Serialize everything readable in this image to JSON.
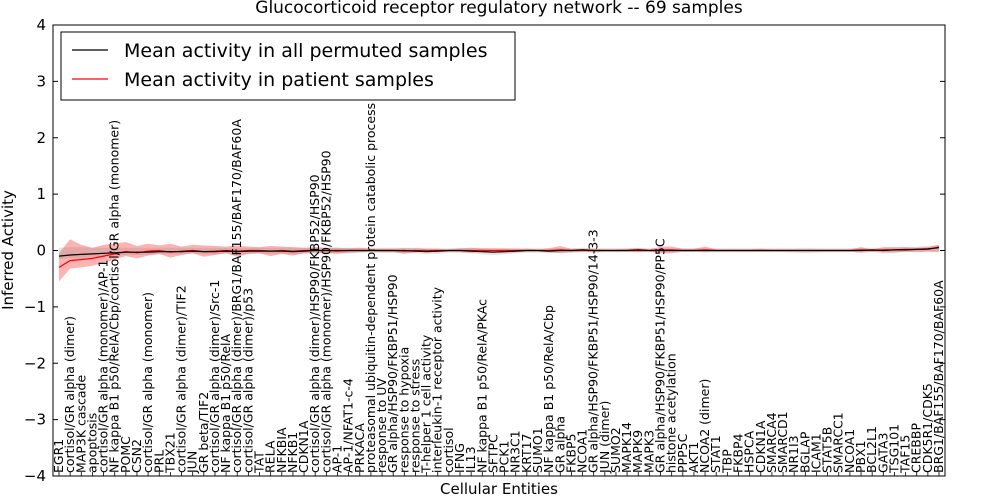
{
  "chart_data": {
    "type": "line",
    "title": "Glucocorticoid receptor regulatory network -- 69 samples",
    "xlabel": "Cellular Entities",
    "ylabel": "Inferred Activity",
    "ylim": [
      -4,
      4
    ],
    "yticks": [
      -4,
      -3,
      -2,
      -1,
      0,
      1,
      2,
      3,
      4
    ],
    "grid": false,
    "legend_position": "top-left",
    "colors": {
      "permuted": "#000000",
      "patient": "#ff0000",
      "patient_band": "#ff0000",
      "permuted_band": "#808080"
    },
    "categories": [
      "EGR1",
      "cortisol/GR alpha (dimer)",
      "MAP3K cascade",
      "apoptosis",
      "cortisol/GR alpha (monomer)/AP-1",
      "NF kappa B1 p50/RelA/Cbp/cortisol/GR alpha (monomer)",
      "POMC",
      "CSN2",
      "cortisol/GR alpha (monomer)",
      "PRL",
      "TBX21",
      "cortisol/GR alpha (dimer)/TIF2",
      "JUN",
      "GR beta/TIF2",
      "cortisol/GR alpha (dimer)/Src-1",
      "NF kappa B1 p50/RelA",
      "cortisol/GR alpha (dimer)/BRG1/BAF155/BAF170/BAF60A",
      "cortisol/GR alpha (dimer)/p53",
      "TAT",
      "RELA",
      "NFKBIA",
      "NFKB1",
      "CDKN1A",
      "cortisol/GR alpha (dimer)/HSP90/FKBP52/HSP90",
      "cortisol/GR alpha (monomer)/HSP90/FKBP52/HSP90",
      "AP-1",
      "AP-1/NFAT1-c-4",
      "PRKACA",
      "proteasomal ubiquitin-dependent protein catabolic process",
      "response to UV",
      "GR alpha/HSP90/FKBP51/HSP90",
      "response to hypoxia",
      "response to stress",
      "T-helper 1 cell activity",
      "interleukin-1 receptor activity",
      "cortisol",
      "IFNG",
      "IL13",
      "NF kappa B1 p50/RelA/PKAc",
      "SFTPC",
      "PCK1",
      "NR3C1",
      "KRT17",
      "SUMO1",
      "NF kappa B1 p50/RelA/Cbp",
      "GR alpha",
      "FKBP5",
      "NCOA1",
      "GR alpha/HSP90/FKBP51/HSP90/14-3-3",
      "JUN (dimer)",
      "SUMO2",
      "MAPK14",
      "MAPK9",
      "MAPK3",
      "GR alpha/HSP90/FKBP51/HSP90/PP5C",
      "histone acetylation",
      "PPP5C",
      "AKT1",
      "NCOA2 (dimer)",
      "STAT1",
      "TBP",
      "FKBP4",
      "HSPCA",
      "CDKN1A",
      "SMARCA4",
      "SMARCD1",
      "NR1I3",
      "BGLAP",
      "ICAM1",
      "STAT5B",
      "SMARCC1",
      "NCOA1",
      "PBX1",
      "BCL2L1",
      "GATA3",
      "TSG101",
      "TAF15",
      "CREBBP",
      "CDK5R1/CDK5",
      "BRG1/BAF155/BAF170/BAF60A"
    ],
    "series": [
      {
        "name": "Mean activity in all permuted samples",
        "values": [
          -0.1,
          -0.08,
          -0.07,
          -0.06,
          -0.05,
          -0.04,
          -0.03,
          -0.03,
          -0.03,
          -0.02,
          -0.02,
          -0.02,
          -0.01,
          -0.02,
          -0.02,
          -0.01,
          -0.02,
          -0.01,
          -0.01,
          -0.01,
          -0.01,
          -0.02,
          -0.01,
          0.0,
          0.0,
          0.0,
          0.0,
          0.0,
          0.0,
          0.0,
          0.0,
          0.0,
          -0.01,
          -0.02,
          -0.01,
          0.0,
          0.0,
          -0.01,
          -0.02,
          -0.03,
          -0.02,
          -0.01,
          0.0,
          0.0,
          -0.01,
          0.0,
          0.0,
          0.01,
          0.0,
          0.0,
          0.0,
          0.0,
          0.01,
          0.0,
          0.0,
          0.0,
          0.0,
          0.0,
          0.0,
          0.0,
          0.0,
          0.0,
          0.0,
          0.0,
          0.0,
          0.0,
          0.0,
          0.0,
          0.0,
          0.0,
          0.0,
          0.0,
          0.0,
          0.01,
          0.0,
          0.01,
          0.01,
          0.02,
          0.03,
          0.05
        ]
      },
      {
        "name": "Mean activity in patient samples",
        "values": [
          -0.3,
          -0.18,
          -0.16,
          -0.14,
          -0.1,
          -0.06,
          -0.02,
          -0.04,
          -0.01,
          0.0,
          -0.03,
          -0.01,
          0.0,
          -0.02,
          -0.01,
          0.0,
          -0.01,
          0.0,
          0.0,
          -0.01,
          0.0,
          -0.01,
          0.0,
          0.0,
          0.0,
          -0.01,
          0.0,
          0.0,
          0.0,
          0.0,
          0.0,
          -0.01,
          0.0,
          0.0,
          0.0,
          0.0,
          0.0,
          0.0,
          0.0,
          0.0,
          0.0,
          0.0,
          0.0,
          0.0,
          0.0,
          0.01,
          0.0,
          0.0,
          0.0,
          0.0,
          0.0,
          0.0,
          0.0,
          0.0,
          0.01,
          0.01,
          0.0,
          0.0,
          0.01,
          0.0,
          0.0,
          0.0,
          0.0,
          0.0,
          0.0,
          0.0,
          0.0,
          0.0,
          0.0,
          0.0,
          0.0,
          0.0,
          0.01,
          0.0,
          0.01,
          0.01,
          0.02,
          0.02,
          0.02,
          0.06
        ]
      }
    ],
    "bands": [
      {
        "series": "Mean activity in patient samples",
        "lower": [
          -0.55,
          -0.32,
          -0.3,
          -0.27,
          -0.22,
          -0.16,
          -0.1,
          -0.14,
          -0.09,
          -0.06,
          -0.13,
          -0.08,
          -0.05,
          -0.11,
          -0.08,
          -0.05,
          -0.11,
          -0.06,
          -0.05,
          -0.1,
          -0.06,
          -0.09,
          -0.05,
          -0.04,
          -0.05,
          -0.06,
          -0.04,
          -0.03,
          -0.02,
          -0.03,
          -0.03,
          -0.06,
          -0.03,
          -0.02,
          -0.03,
          -0.02,
          -0.03,
          -0.04,
          -0.03,
          -0.03,
          -0.04,
          -0.03,
          -0.02,
          -0.02,
          -0.03,
          -0.05,
          -0.03,
          -0.02,
          -0.03,
          -0.02,
          -0.02,
          -0.02,
          -0.03,
          -0.02,
          -0.05,
          -0.05,
          -0.02,
          -0.02,
          -0.03,
          -0.02,
          -0.02,
          -0.02,
          -0.02,
          -0.02,
          -0.02,
          -0.02,
          -0.02,
          -0.02,
          -0.02,
          -0.02,
          -0.02,
          -0.02,
          -0.04,
          -0.02,
          -0.04,
          -0.04,
          -0.02,
          -0.03,
          -0.02,
          -0.03
        ],
        "upper": [
          -0.05,
          0.2,
          0.1,
          0.05,
          0.1,
          0.12,
          0.15,
          0.08,
          0.12,
          0.09,
          0.12,
          0.07,
          0.1,
          0.09,
          0.08,
          0.07,
          0.09,
          0.07,
          0.06,
          0.08,
          0.07,
          0.06,
          0.05,
          0.06,
          0.05,
          0.05,
          0.04,
          0.05,
          0.03,
          0.03,
          0.03,
          0.04,
          0.04,
          0.03,
          0.03,
          0.02,
          0.04,
          0.05,
          0.04,
          0.04,
          0.04,
          0.03,
          0.03,
          0.02,
          0.04,
          0.08,
          0.03,
          0.03,
          0.03,
          0.02,
          0.02,
          0.03,
          0.04,
          0.02,
          0.07,
          0.07,
          0.03,
          0.03,
          0.07,
          0.02,
          0.02,
          0.02,
          0.02,
          0.03,
          0.02,
          0.02,
          0.02,
          0.02,
          0.02,
          0.02,
          0.02,
          0.02,
          0.06,
          0.02,
          0.06,
          0.06,
          0.06,
          0.05,
          0.06,
          0.1
        ]
      },
      {
        "series": "Mean activity in all permuted samples",
        "lower": [
          -0.15,
          -0.14,
          -0.13,
          -0.11,
          -0.1,
          -0.09,
          -0.08,
          -0.08,
          -0.08,
          -0.07,
          -0.07,
          -0.07,
          -0.06,
          -0.07,
          -0.07,
          -0.06,
          -0.07,
          -0.06,
          -0.06,
          -0.06,
          -0.06,
          -0.07,
          -0.06,
          -0.05,
          -0.05,
          -0.05,
          -0.05,
          -0.04,
          -0.04,
          -0.04,
          -0.04,
          -0.04,
          -0.05,
          -0.07,
          -0.06,
          -0.04,
          -0.04,
          -0.05,
          -0.07,
          -0.08,
          -0.07,
          -0.05,
          -0.04,
          -0.04,
          -0.05,
          -0.04,
          -0.04,
          -0.03,
          -0.04,
          -0.03,
          -0.03,
          -0.03,
          -0.03,
          -0.03,
          -0.03,
          -0.03,
          -0.03,
          -0.03,
          -0.03,
          -0.03,
          -0.03,
          -0.03,
          -0.03,
          -0.03,
          -0.03,
          -0.03,
          -0.04,
          -0.05,
          -0.04,
          -0.03,
          -0.03,
          -0.03,
          -0.03,
          -0.03,
          -0.03,
          -0.03,
          -0.03,
          -0.02,
          -0.02,
          0.0
        ],
        "upper": [
          0.05,
          0.06,
          0.06,
          0.05,
          0.05,
          0.05,
          0.05,
          0.05,
          0.05,
          0.05,
          0.05,
          0.05,
          0.05,
          0.05,
          0.05,
          0.05,
          0.05,
          0.05,
          0.05,
          0.05,
          0.05,
          0.05,
          0.05,
          0.05,
          0.05,
          0.05,
          0.05,
          0.05,
          0.05,
          0.05,
          0.05,
          0.05,
          0.05,
          0.04,
          0.04,
          0.04,
          0.04,
          0.04,
          0.04,
          0.03,
          0.03,
          0.04,
          0.04,
          0.04,
          0.04,
          0.04,
          0.04,
          0.05,
          0.04,
          0.04,
          0.04,
          0.04,
          0.05,
          0.04,
          0.04,
          0.04,
          0.04,
          0.04,
          0.04,
          0.04,
          0.04,
          0.04,
          0.04,
          0.04,
          0.04,
          0.04,
          0.04,
          0.05,
          0.04,
          0.04,
          0.04,
          0.04,
          0.05,
          0.05,
          0.05,
          0.05,
          0.06,
          0.07,
          0.08,
          0.1
        ]
      }
    ]
  }
}
